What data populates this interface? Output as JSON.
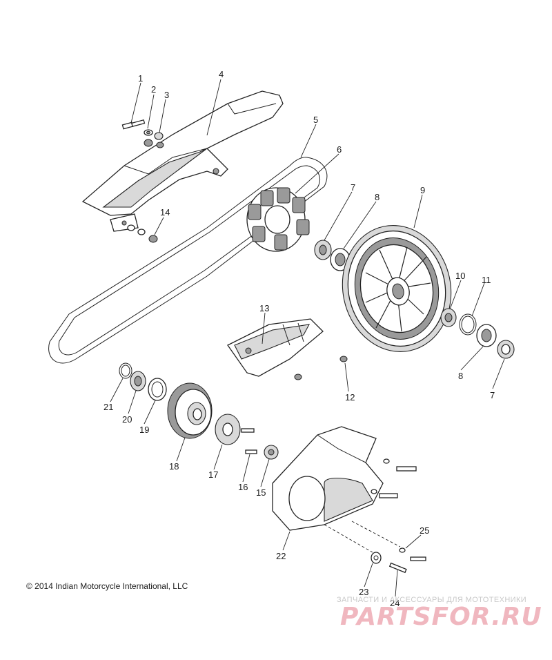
{
  "labels": {
    "l1": "1",
    "l2": "2",
    "l3": "3",
    "l4": "4",
    "l5": "5",
    "l6": "6",
    "l7a": "7",
    "l8a": "8",
    "l9": "9",
    "l10": "10",
    "l11": "11",
    "l12": "12",
    "l13": "13",
    "l14": "14",
    "l15": "15",
    "l16": "16",
    "l17": "17",
    "l18": "18",
    "l19": "19",
    "l20": "20",
    "l21": "21",
    "l22": "22",
    "l23": "23",
    "l24": "24",
    "l25": "25",
    "l8b": "8",
    "l7b": "7"
  },
  "copyright": "©  2014 Indian Motorcycle International, LLC",
  "watermark": {
    "tagline": "ЗАПЧАСТИ И АКСЕССУАРЫ ДЛЯ МОТОТЕХНИКИ",
    "brand": "PARTSFOR.RU"
  }
}
